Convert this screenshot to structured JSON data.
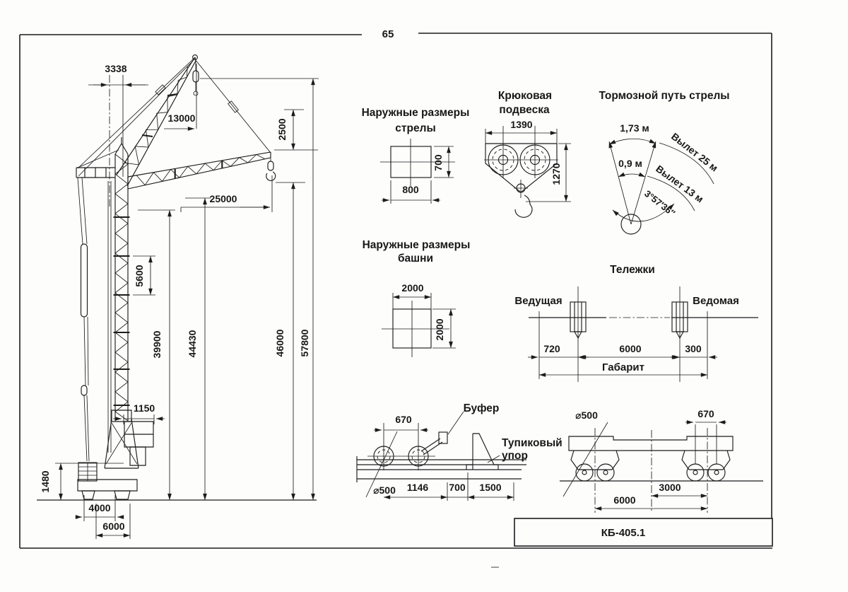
{
  "page": {
    "number": "65",
    "model": "КБ-405.1"
  },
  "crane": {
    "d3338": "3338",
    "d13000": "13000",
    "d2500": "2500",
    "d25000": "25000",
    "d5600": "5600",
    "d39900": "39900",
    "d44430": "44430",
    "d46000": "46000",
    "d57800": "57800",
    "d1150": "1150",
    "d1480": "1480",
    "d4000": "4000",
    "d6000": "6000"
  },
  "boom_section": {
    "title1": "Наружные размеры",
    "title2": "стрелы",
    "width": "800",
    "height": "700"
  },
  "hook_block": {
    "title1": "Крюковая",
    "title2": "подвеска",
    "width": "1390",
    "height": "1270"
  },
  "braking": {
    "title": "Тормозной путь стрелы",
    "path25": "1,73 м",
    "path13": "0,9 м",
    "radius25": "Вылет 25 м",
    "radius13": "Вылет 13 м",
    "angle": "3°57′36″"
  },
  "tower_section": {
    "title1": "Наружные размеры",
    "title2": "башни",
    "width": "2000",
    "height": "2000"
  },
  "trolleys": {
    "title": "Тележки",
    "driving": "Ведущая",
    "driven": "Ведомая",
    "d720": "720",
    "d6000": "6000",
    "d300": "300",
    "overall": "Габарит"
  },
  "buffer_view": {
    "buffer": "Буфер",
    "stop1": "Тупиковый",
    "stop2": "упор",
    "d670": "670",
    "dia": "⌀500",
    "d1146": "1146",
    "d700": "700",
    "d1500": "1500"
  },
  "bogies_view": {
    "dia": "⌀500",
    "d670": "670",
    "d6000": "6000",
    "d3000": "3000"
  }
}
